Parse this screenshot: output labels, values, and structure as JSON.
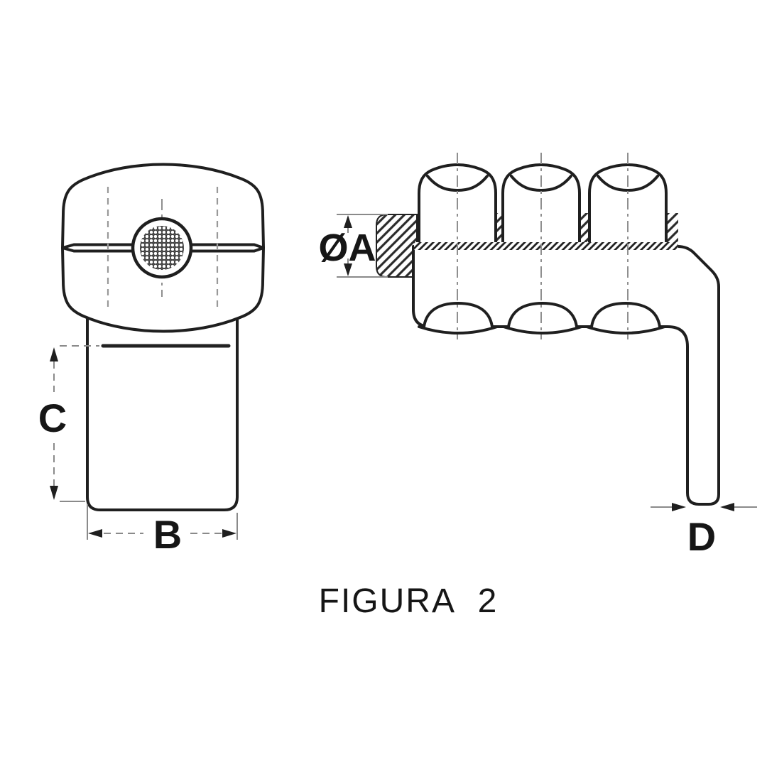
{
  "figure": {
    "caption": "FIGURA  2",
    "dimension_labels": {
      "diameter_a": "ØA",
      "width_b": "B",
      "height_c": "C",
      "thickness_d": "D"
    }
  },
  "style": {
    "background": "#ffffff",
    "line_color": "#1f1f1f",
    "dim_line_color": "#8a8a8a",
    "hatch_color": "#2b2b2b",
    "text_color": "#161616"
  }
}
